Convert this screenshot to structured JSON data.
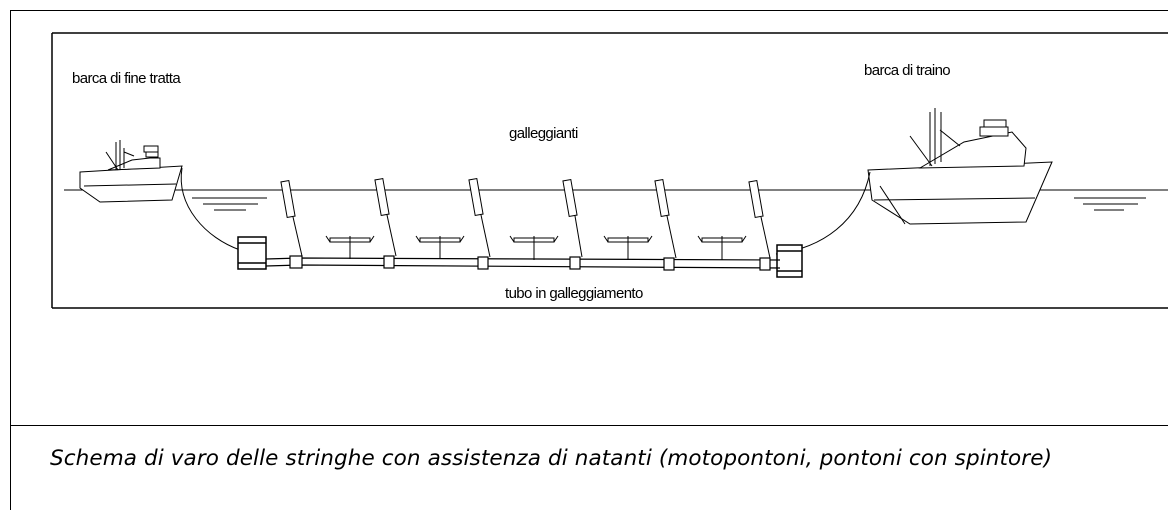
{
  "diagram": {
    "label_end_boat": "barca di fine tratta",
    "label_tow_boat": "barca di traino",
    "label_floats": "galleggianti",
    "label_pipe": "tubo in galleggiamento"
  },
  "caption": "Schema di varo delle stringhe con assistenza di natanti (motopontoni, pontoni con spintore)",
  "colors": {
    "ink": "#000000",
    "background": "#ffffff"
  }
}
